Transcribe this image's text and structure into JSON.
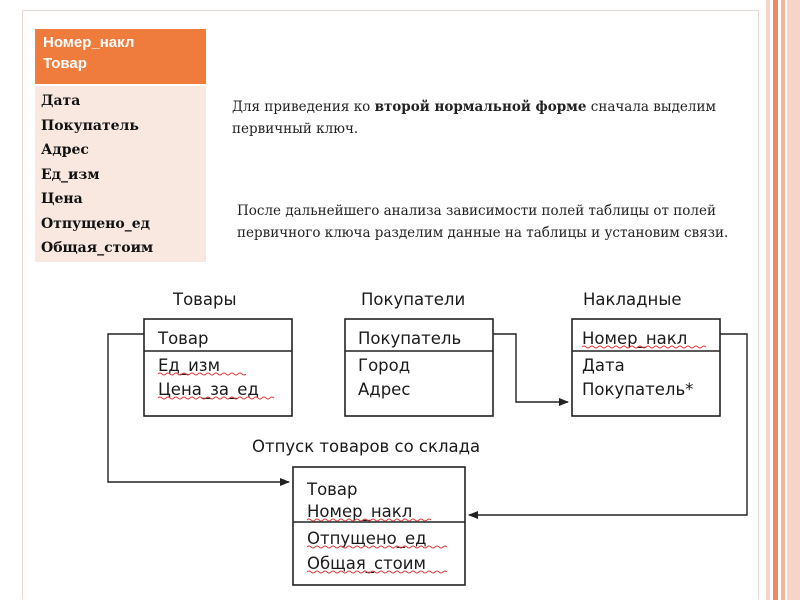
{
  "header_table": {
    "key_fields": [
      "Номер_накл",
      "Товар"
    ],
    "other_fields": [
      "Дата",
      "Покупатель",
      "Адрес",
      "Ед_изм",
      "Цена",
      "Отпущено_ед",
      "Общая_стоим"
    ],
    "key_color": "#ef7b3c",
    "fields_bg": "#f8e8df"
  },
  "paragraph1": {
    "before": "Для приведения ко ",
    "bold": "второй нормальной форме",
    "after": " сначала выделим первичный ключ."
  },
  "paragraph2": "После дальнейшего анализа зависимости полей таблицы от полей первичного ключа разделим данные на таблицы и установим связи.",
  "entities": {
    "tovary": {
      "title": "Товары",
      "keys": [
        "Товар"
      ],
      "fields": [
        "Ед_изм",
        "Цена_за_ед"
      ]
    },
    "pokupateli": {
      "title": "Покупатели",
      "keys": [
        "Покупатель"
      ],
      "fields": [
        "Город",
        "Адрес"
      ]
    },
    "nakladnye": {
      "title": "Накладные",
      "keys": [
        "Номер_накл"
      ],
      "fields": [
        "Дата",
        "Покупатель*"
      ]
    },
    "otpusk": {
      "title": "Отпуск товаров со склада",
      "keys": [
        "Товар",
        "Номер_накл"
      ],
      "fields": [
        "Отпущено_ед",
        "Общая_стоим"
      ]
    }
  },
  "accent_color": "#ef7b3c"
}
